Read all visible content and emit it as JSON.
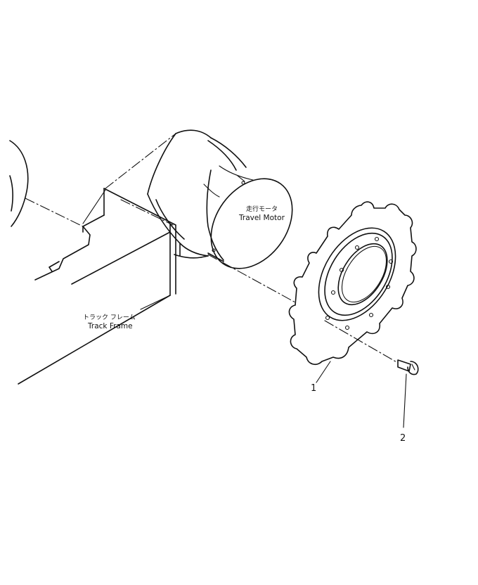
{
  "labels": {
    "travel_motor_jp": "走行モータ",
    "travel_motor_en": "Travel Motor",
    "track_frame_jp": "トラック フレーム",
    "track_frame_en": "Track Frame"
  },
  "callouts": {
    "sprocket": "1",
    "bolt": "2"
  },
  "colors": {
    "line": "#111111",
    "background": "#ffffff"
  }
}
